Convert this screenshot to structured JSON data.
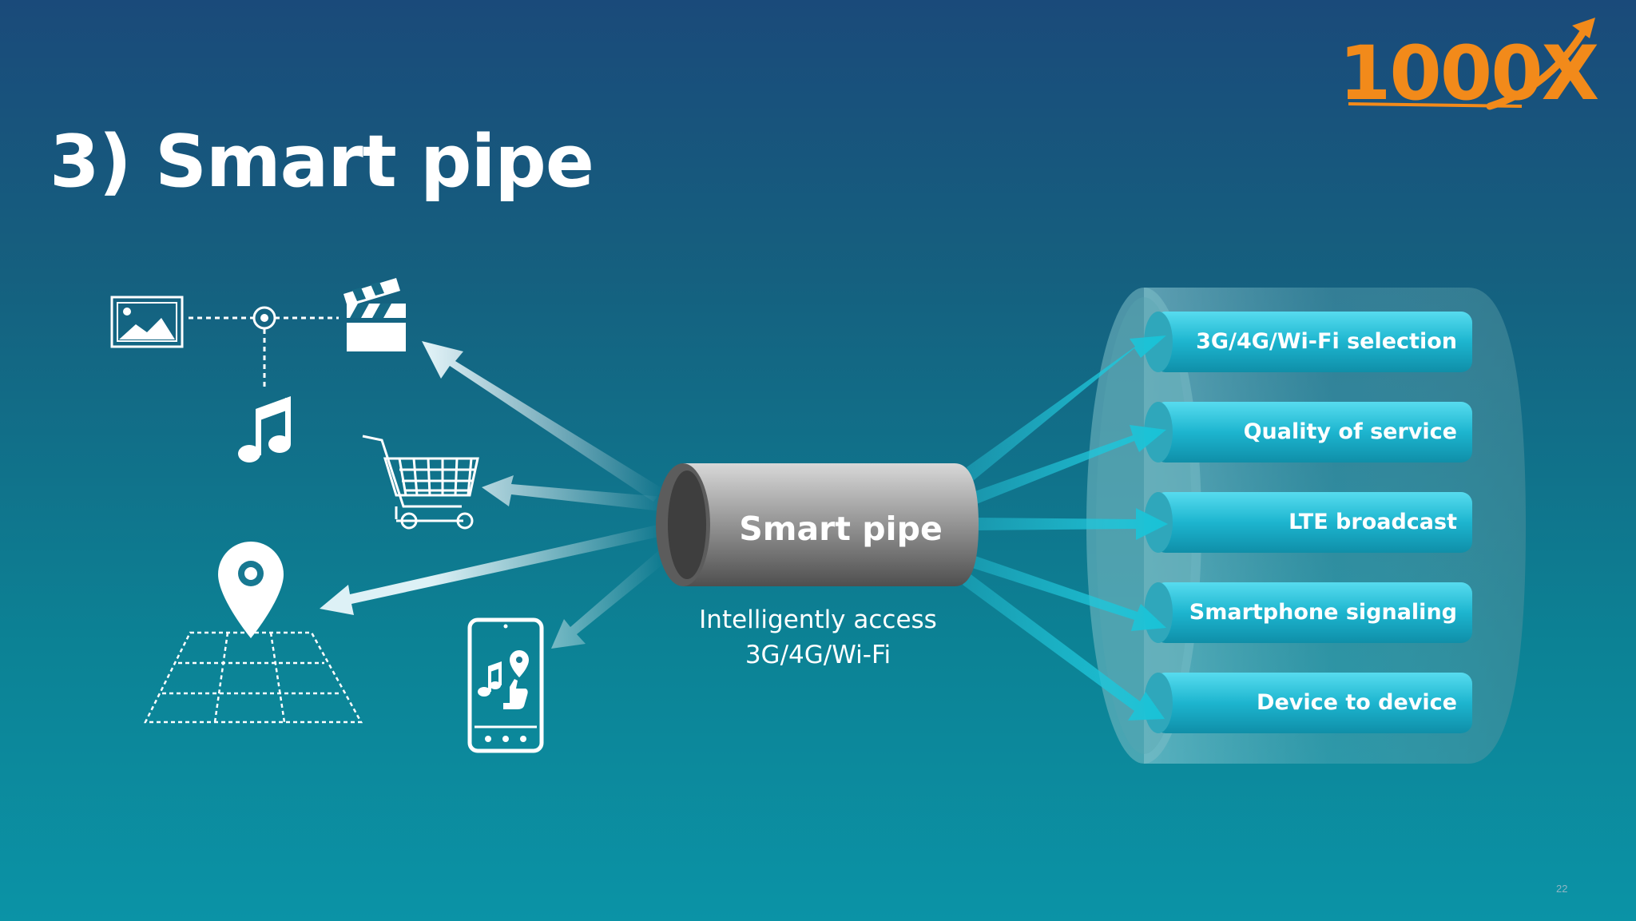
{
  "slide": {
    "title": "3) Smart pipe",
    "brand": "1000X",
    "pipe_label": "Smart pipe",
    "caption_line1": "Intelligently access",
    "caption_line2": "3G/4G/Wi-Fi",
    "page_number": "22"
  },
  "features": [
    {
      "label": "3G/4G/Wi-Fi selection"
    },
    {
      "label": "Quality of service"
    },
    {
      "label": "LTE broadcast"
    },
    {
      "label": "Smartphone signaling"
    },
    {
      "label": "Device to device"
    }
  ],
  "colors": {
    "accent_orange": "#f28a1a",
    "teal_arrow": "#19c2d6",
    "pipe_gray": "#8a8a8a",
    "white": "#ffffff"
  },
  "icons": [
    "picture-icon",
    "clapperboard-icon",
    "music-note-icon",
    "shopping-cart-icon",
    "map-pin-icon",
    "smartphone-icon"
  ]
}
